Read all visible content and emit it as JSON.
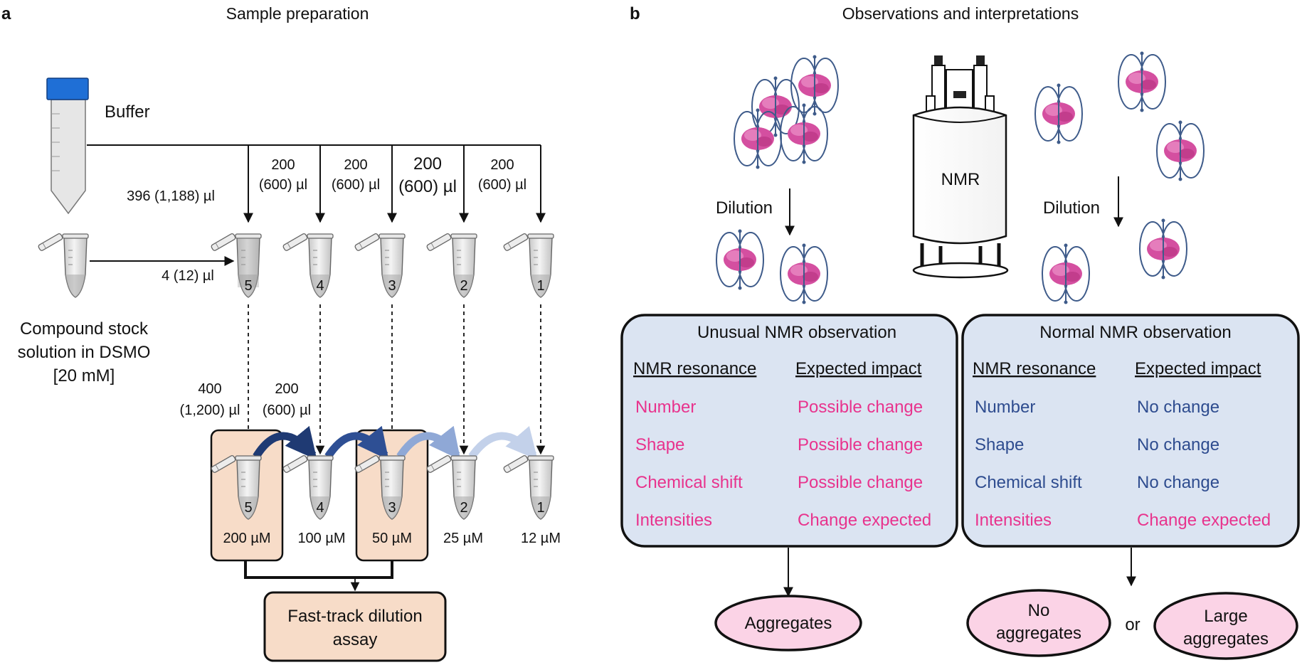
{
  "panel_a": {
    "letter": "a",
    "title": "Sample preparation",
    "buffer_label": "Buffer",
    "stock_label_lines": [
      "Compound stock",
      "solution in DSMO",
      "[20 mM]"
    ],
    "stock_volume": "396 (1,188) µl",
    "transfer_volume": "4 (12) µl",
    "buffer_volumes": [
      {
        "top": "200",
        "bottom": "(600) µl"
      },
      {
        "top": "200",
        "bottom": "(600) µl"
      },
      {
        "top": "200",
        "bottom": "(600) µl"
      },
      {
        "top": "200",
        "bottom": "(600) µl"
      }
    ],
    "tube_numbers": [
      "5",
      "4",
      "3",
      "2",
      "1"
    ],
    "mix_volume_1": {
      "top": "400",
      "bottom": "(1,200) µl"
    },
    "mix_volume_2": {
      "top": "200",
      "bottom": "(600) µl"
    },
    "concentrations": [
      "200 µM",
      "100 µM",
      "50 µM",
      "25 µM",
      "12 µM"
    ],
    "fast_track_lines": [
      "Fast-track dilution",
      "assay"
    ]
  },
  "panel_b": {
    "letter": "b",
    "title": "Observations and interpretations",
    "nmr_label": "NMR",
    "dilution_left": "Dilution",
    "dilution_right": "Dilution",
    "unusual": {
      "title": "Unusual NMR observation",
      "col1_header": "NMR resonance",
      "col2_header": "Expected impact",
      "rows": [
        {
          "resonance": "Number",
          "impact": "Possible change"
        },
        {
          "resonance": "Shape",
          "impact": "Possible change"
        },
        {
          "resonance": "Chemical shift",
          "impact": "Possible change"
        },
        {
          "resonance": "Intensities",
          "impact": "Change expected"
        }
      ]
    },
    "normal": {
      "title": "Normal NMR observation",
      "col1_header": "NMR resonance",
      "col2_header": "Expected impact",
      "rows": [
        {
          "resonance": "Number",
          "impact": "No change"
        },
        {
          "resonance": "Shape",
          "impact": "No change"
        },
        {
          "resonance": "Chemical shift",
          "impact": "No change"
        },
        {
          "resonance": "Intensities",
          "impact": "Change expected"
        }
      ]
    },
    "outcome_left": "Aggregates",
    "outcome_no_lines": [
      "No",
      "aggregates"
    ],
    "outcome_or": "or",
    "outcome_large_lines": [
      "Large",
      "aggregates"
    ]
  },
  "colors": {
    "box_fill": "#dbe4f2",
    "peach": "#f7dcc8",
    "outcome_fill": "#fbd3e6",
    "pink_text": "#e8338d",
    "blue_text": "#2e4c8f",
    "cap_blue": "#1f6fd6",
    "protein": "#d44fa0"
  }
}
